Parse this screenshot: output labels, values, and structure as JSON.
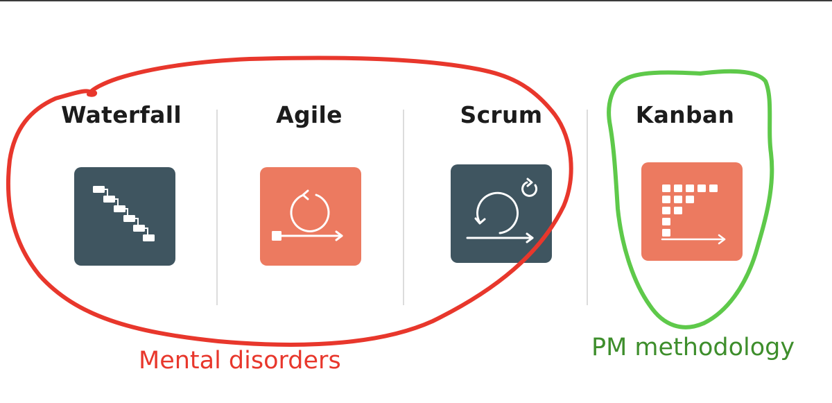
{
  "methods": [
    {
      "title": "Waterfall",
      "icon": "waterfall-icon",
      "tile_color": "#3f5560"
    },
    {
      "title": "Agile",
      "icon": "agile-icon",
      "tile_color": "#ec7a60"
    },
    {
      "title": "Scrum",
      "icon": "scrum-icon",
      "tile_color": "#3f5560"
    },
    {
      "title": "Kanban",
      "icon": "kanban-icon",
      "tile_color": "#ec7a60"
    }
  ],
  "annotations": {
    "red_label": "Mental disorders",
    "green_label": "PM methodology",
    "red_color": "#e8372c",
    "green_color": "#5ec94a"
  }
}
